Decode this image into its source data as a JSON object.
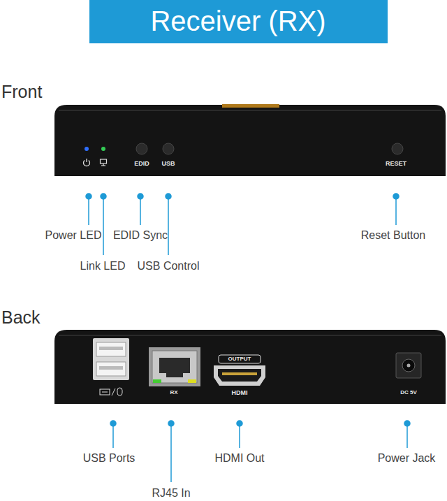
{
  "diagram": {
    "title": "Receiver (RX)",
    "labels": [
      "Front",
      "EDID",
      "USB",
      "RESET",
      "Power LED",
      "EDID Sync",
      "Reset Button",
      "Link LED",
      "USB Control",
      "Back",
      "RX",
      "OUTPUT",
      "HDMI",
      "DC 5V",
      "USB Ports",
      "HDMI Out",
      "Power Jack",
      "RJ45 In"
    ]
  }
}
